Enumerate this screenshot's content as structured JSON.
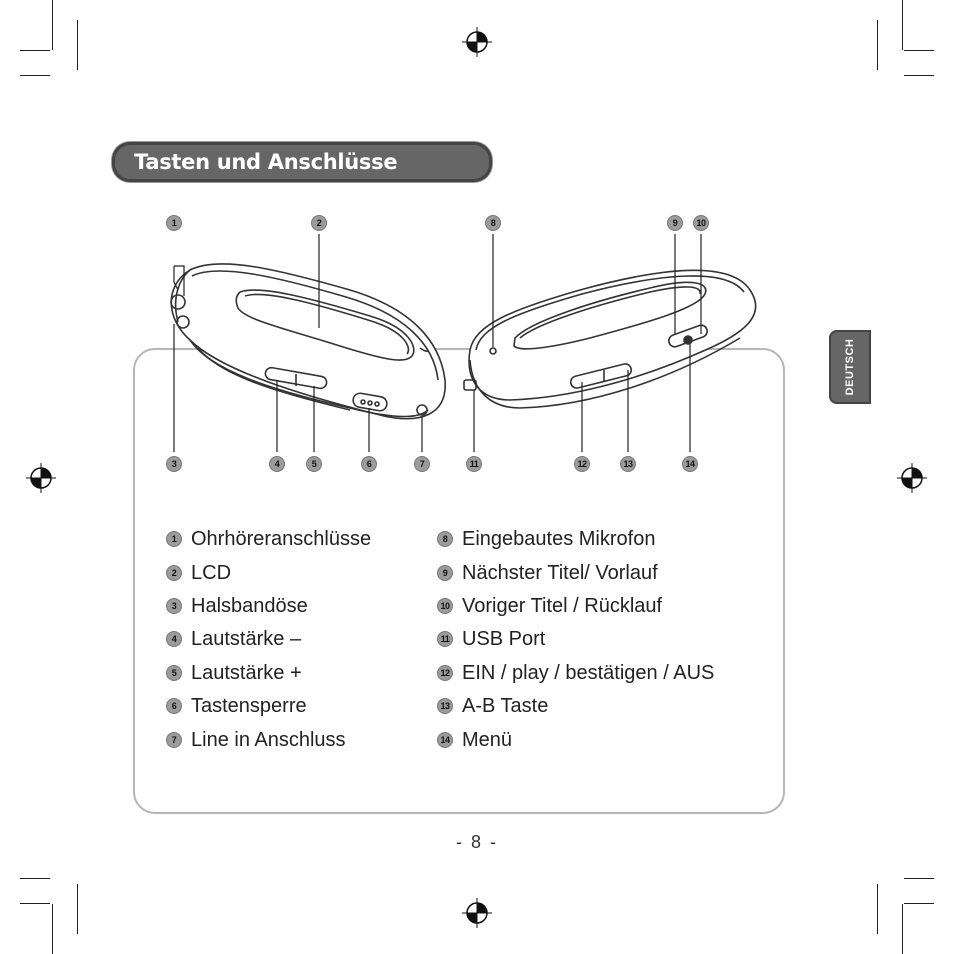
{
  "header": {
    "title": "Tasten und Anschlüsse"
  },
  "language_tab": {
    "label": "DEUTSCH"
  },
  "callouts": {
    "c1": "1",
    "c2": "2",
    "c3": "3",
    "c4": "4",
    "c5": "5",
    "c6": "6",
    "c7": "7",
    "c8": "8",
    "c9": "9",
    "c10": "10",
    "c11": "11",
    "c12": "12",
    "c13": "13",
    "c14": "14"
  },
  "legend": {
    "left": [
      {
        "num": "1",
        "label": "Ohrhöreranschlüsse"
      },
      {
        "num": "2",
        "label": "LCD"
      },
      {
        "num": "3",
        "label": "Halsbandöse"
      },
      {
        "num": "4",
        "label": "Lautstärke –"
      },
      {
        "num": "5",
        "label": "Lautstärke +"
      },
      {
        "num": "6",
        "label": "Tastensperre"
      },
      {
        "num": "7",
        "label": "Line in Anschluss"
      }
    ],
    "right": [
      {
        "num": "8",
        "label": "Eingebautes Mikrofon"
      },
      {
        "num": "9",
        "label": "Nächster Titel/ Vorlauf"
      },
      {
        "num": "10",
        "label": "Voriger Titel / Rücklauf"
      },
      {
        "num": "11",
        "label": "USB Port"
      },
      {
        "num": "12",
        "label": "EIN / play / bestätigen / AUS"
      },
      {
        "num": "13",
        "label": "A-B Taste"
      },
      {
        "num": "14",
        "label": "Menü"
      }
    ]
  },
  "footer": {
    "page_number": "- 8 -"
  },
  "icons": {
    "registration": "registration-mark-icon",
    "crop": "crop-mark"
  },
  "colors": {
    "header_bg": "#666666",
    "badge_bg": "#9b9b9b",
    "frame_border": "#b6b6b6"
  }
}
